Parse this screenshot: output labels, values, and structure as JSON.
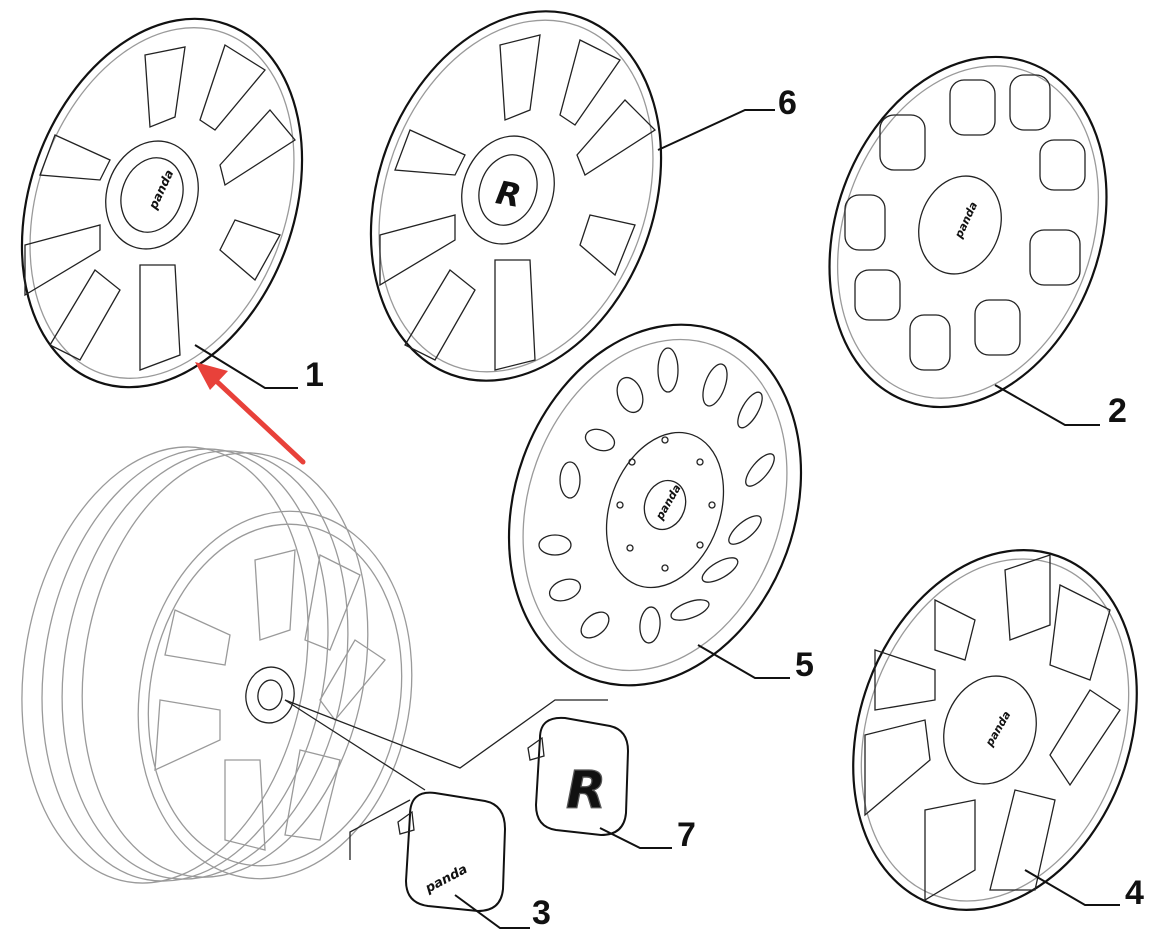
{
  "parts": [
    {
      "id": "1",
      "label": "1"
    },
    {
      "id": "2",
      "label": "2"
    },
    {
      "id": "3",
      "label": "3"
    },
    {
      "id": "4",
      "label": "4"
    },
    {
      "id": "5",
      "label": "5"
    },
    {
      "id": "6",
      "label": "6"
    },
    {
      "id": "7",
      "label": "7"
    }
  ],
  "logos": {
    "panda": "panda",
    "brand_mark": "R"
  },
  "highlight": {
    "arrow_target_part": "1",
    "arrow_color": "#e8413a"
  }
}
